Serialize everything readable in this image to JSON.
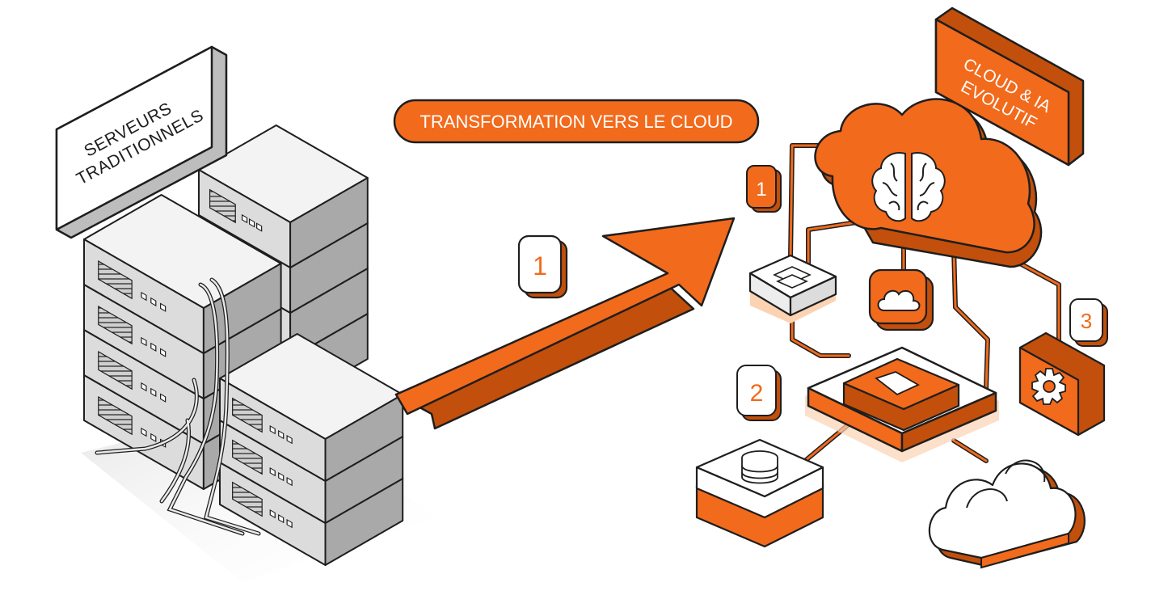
{
  "labels": {
    "legacy_line1": "SERVEURS",
    "legacy_line2": "TRADITIONNELS",
    "transformation": "TRANSFORMATION VERS LE CLOUD",
    "cloud_line1": "CLOUD & IA",
    "cloud_line2": "EVOLUTIF"
  },
  "steps": {
    "arrow_step": "1",
    "step_top": "1",
    "step_middle": "2",
    "step_right": "3"
  },
  "colors": {
    "accent": "#f26a1b",
    "accent_dark": "#c24f0c",
    "accent_light": "#fbd3b3",
    "outline": "#1e1e1e",
    "server_light": "#f3f3f3",
    "server_mid": "#d9d9d9",
    "server_dark": "#a9a9a9"
  },
  "icons": {
    "ai": "brain-icon",
    "settings": "gear-icon",
    "storage": "database-icon",
    "compute": "server-rack-icon"
  }
}
